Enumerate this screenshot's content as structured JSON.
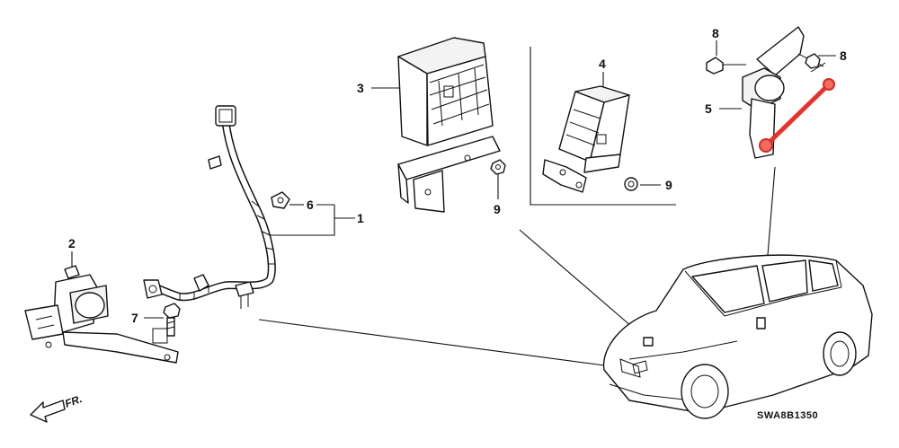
{
  "callouts": {
    "c1": "1",
    "c2": "2",
    "c3": "3",
    "c4": "4",
    "c5": "5",
    "c6": "6",
    "c7": "7",
    "c8a": "8",
    "c8b": "8",
    "c9a": "9",
    "c9b": "9"
  },
  "diagram_code": "SWA8B1350",
  "front_marker": "FR.",
  "colors": {
    "highlight": "#e8322d",
    "line": "#111111"
  }
}
